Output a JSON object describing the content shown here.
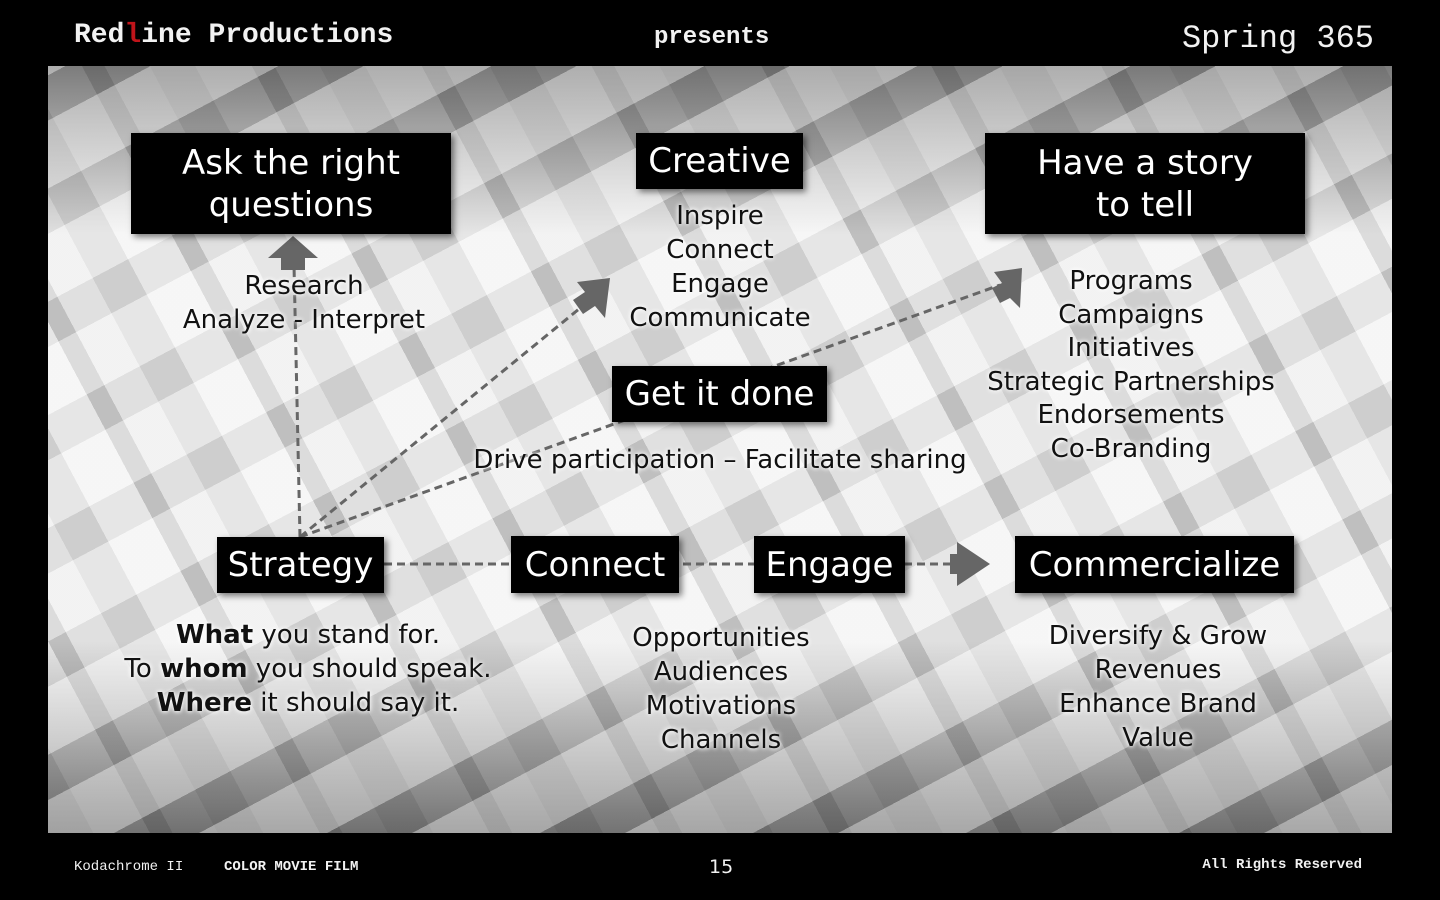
{
  "header": {
    "brand_pre": "Red",
    "brand_red": "l",
    "brand_post": "ine Productions",
    "center": "presents",
    "right": "Spring 365"
  },
  "boxes": {
    "ask": "Ask the right questions",
    "creative": "Creative",
    "story": "Have a story to tell",
    "done": "Get it done",
    "strategy": "Strategy",
    "connect": "Connect",
    "engage": "Engage",
    "commercialize": "Commercialize"
  },
  "research": [
    "Research",
    "Analyze - Interpret"
  ],
  "creative_items": [
    "Inspire",
    "Connect",
    "Engage",
    "Communicate"
  ],
  "story_items": [
    "Programs",
    "Campaigns",
    "Initiatives",
    "Strategic Partnerships",
    "Endorsements",
    "Co-Branding"
  ],
  "done_text": "Drive participation – Facilitate sharing",
  "strategy_items": [
    {
      "bold": "What",
      "rest": " you stand for."
    },
    {
      "pre": "To ",
      "bold": "whom",
      "rest": " you should speak."
    },
    {
      "bold": "Where",
      "rest": " it should say it."
    }
  ],
  "connect_items": [
    "Opportunities",
    "Audiences",
    "Motivations",
    "Channels"
  ],
  "commercialize_items": [
    "Diversify & Grow",
    "Revenues",
    "Enhance Brand",
    "Value"
  ],
  "footer": {
    "film": "Kodachrome II",
    "type": "COLOR MOVIE FILM",
    "page": "15",
    "rights": "All Rights Reserved"
  },
  "colors": {
    "red": "#c0141a",
    "arrow": "#666666"
  }
}
